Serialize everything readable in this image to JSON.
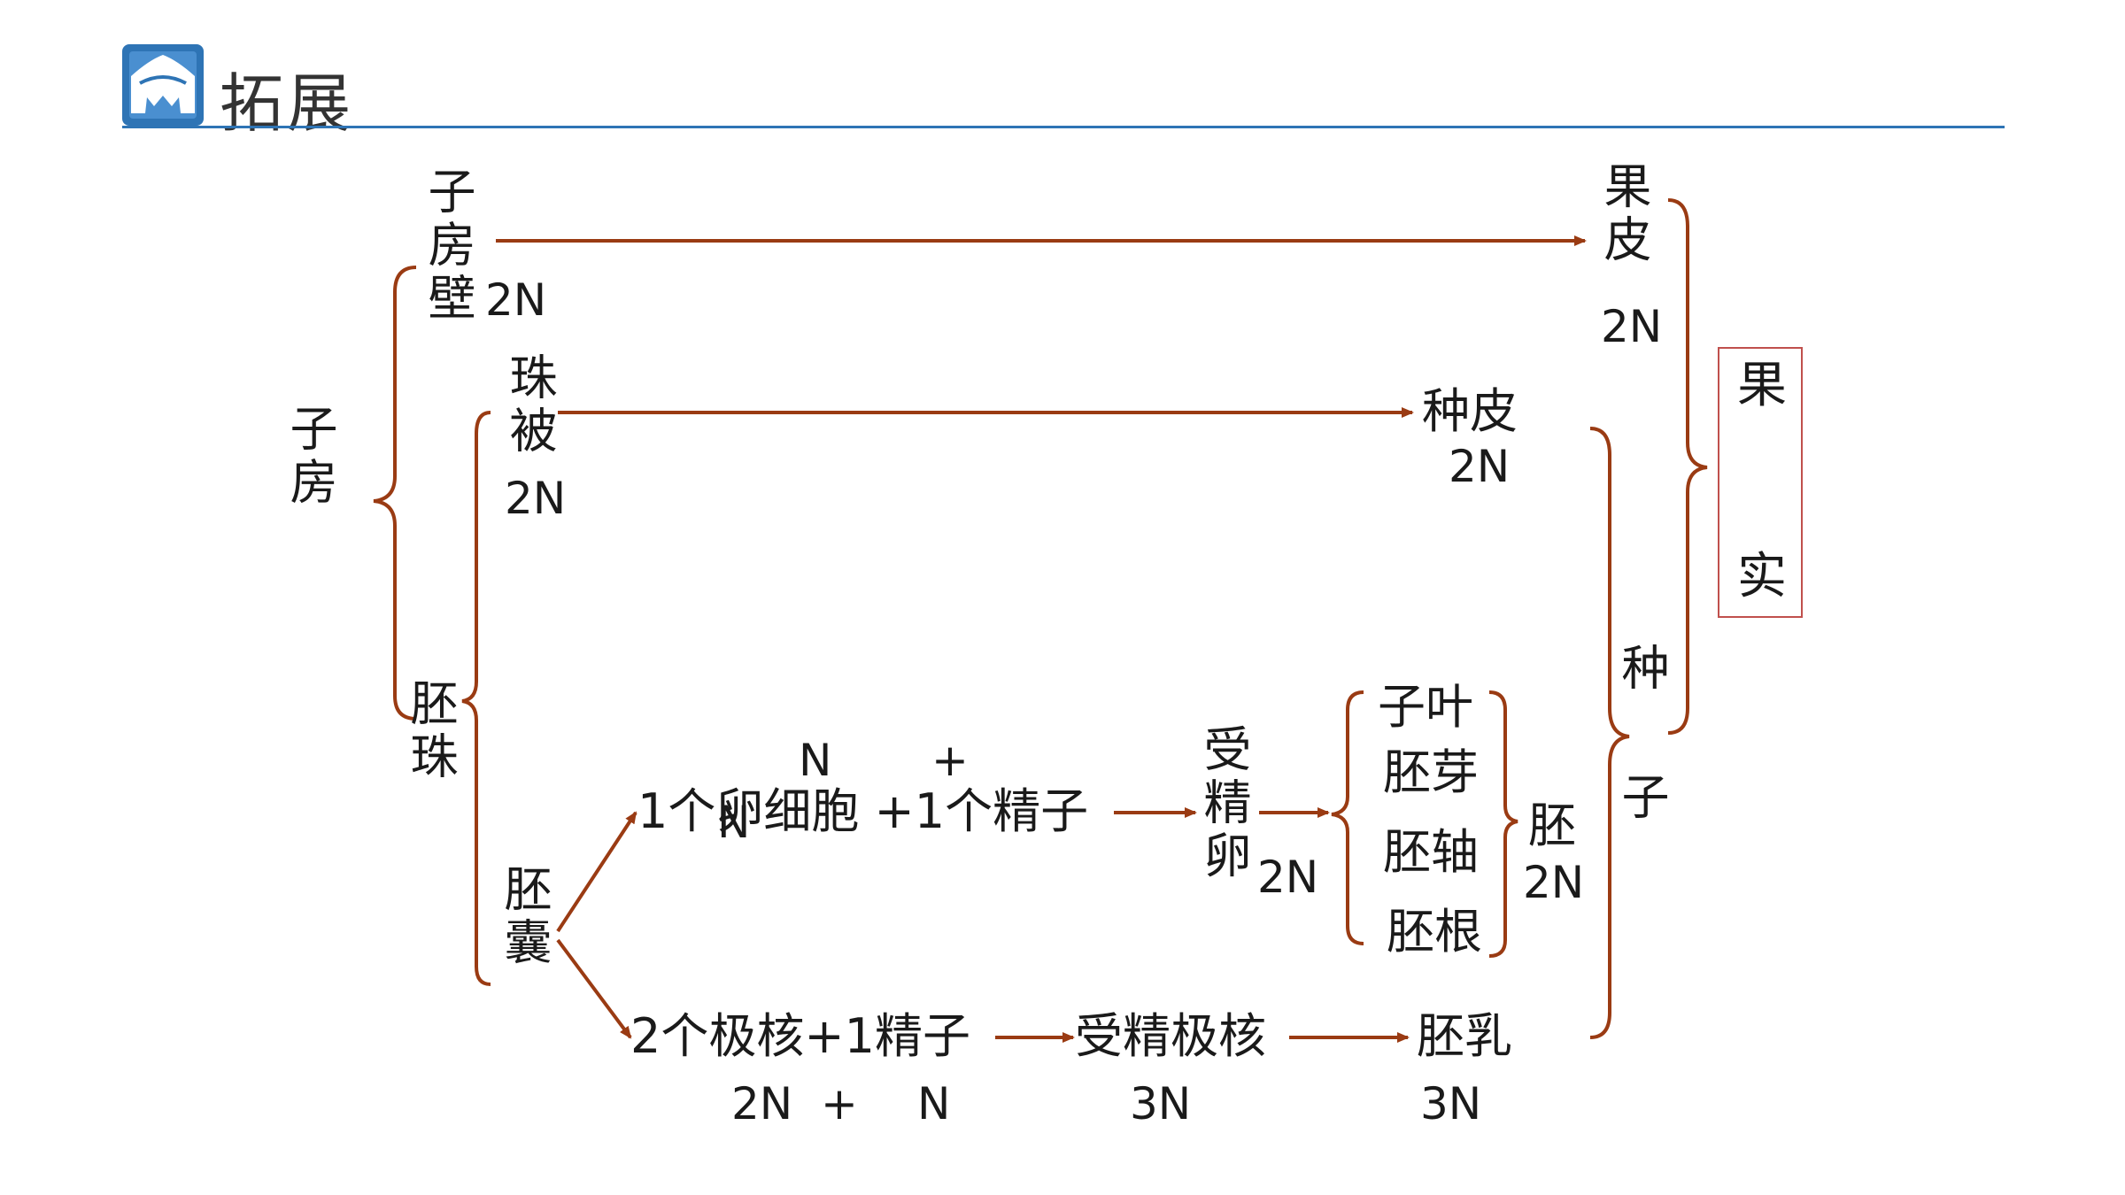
{
  "header": {
    "title": "拓展"
  },
  "colors": {
    "arrow": "#9a3b13",
    "header_line": "#2e74b5",
    "logo": "#2e74b5",
    "box_border": "#c0504d"
  },
  "icons": {
    "logo": "school-logo-icon"
  },
  "labels": {
    "ovary": "子房",
    "ovary_wall": "子房壁",
    "ovary_wall_ploidy": "2N",
    "pericarp": "果皮",
    "pericarp_ploidy": "2N",
    "integument": "珠被",
    "integument_ploidy": "2N",
    "seed_coat": "种皮",
    "seed_coat_ploidy": "2N",
    "ovule": "胚珠",
    "embryo_sac": "胚囊",
    "egg_plus_sperm": "1个卵细胞 +1个精子",
    "egg_ploidy_n": "N",
    "egg_ploidy_plus": "+",
    "egg_ploidy_n2": "N",
    "fertilized_egg": "受精卵",
    "fertilized_egg_ploidy": "2N",
    "cotyledon": "子叶",
    "plumule": "胚芽",
    "hypocotyl": "胚轴",
    "radicle": "胚根",
    "embryo": "胚",
    "embryo_ploidy": "2N",
    "polar_plus_sperm": "2个极核+1精子",
    "polar_ploidy": "2N  +",
    "polar_sperm_ploidy": "N",
    "fertilized_polar": "受精极核",
    "fertilized_polar_ploidy": "3N",
    "endosperm": "胚乳",
    "endosperm_ploidy": "3N",
    "seed": "种子",
    "fruit_char1": "果",
    "fruit_char2": "实"
  }
}
